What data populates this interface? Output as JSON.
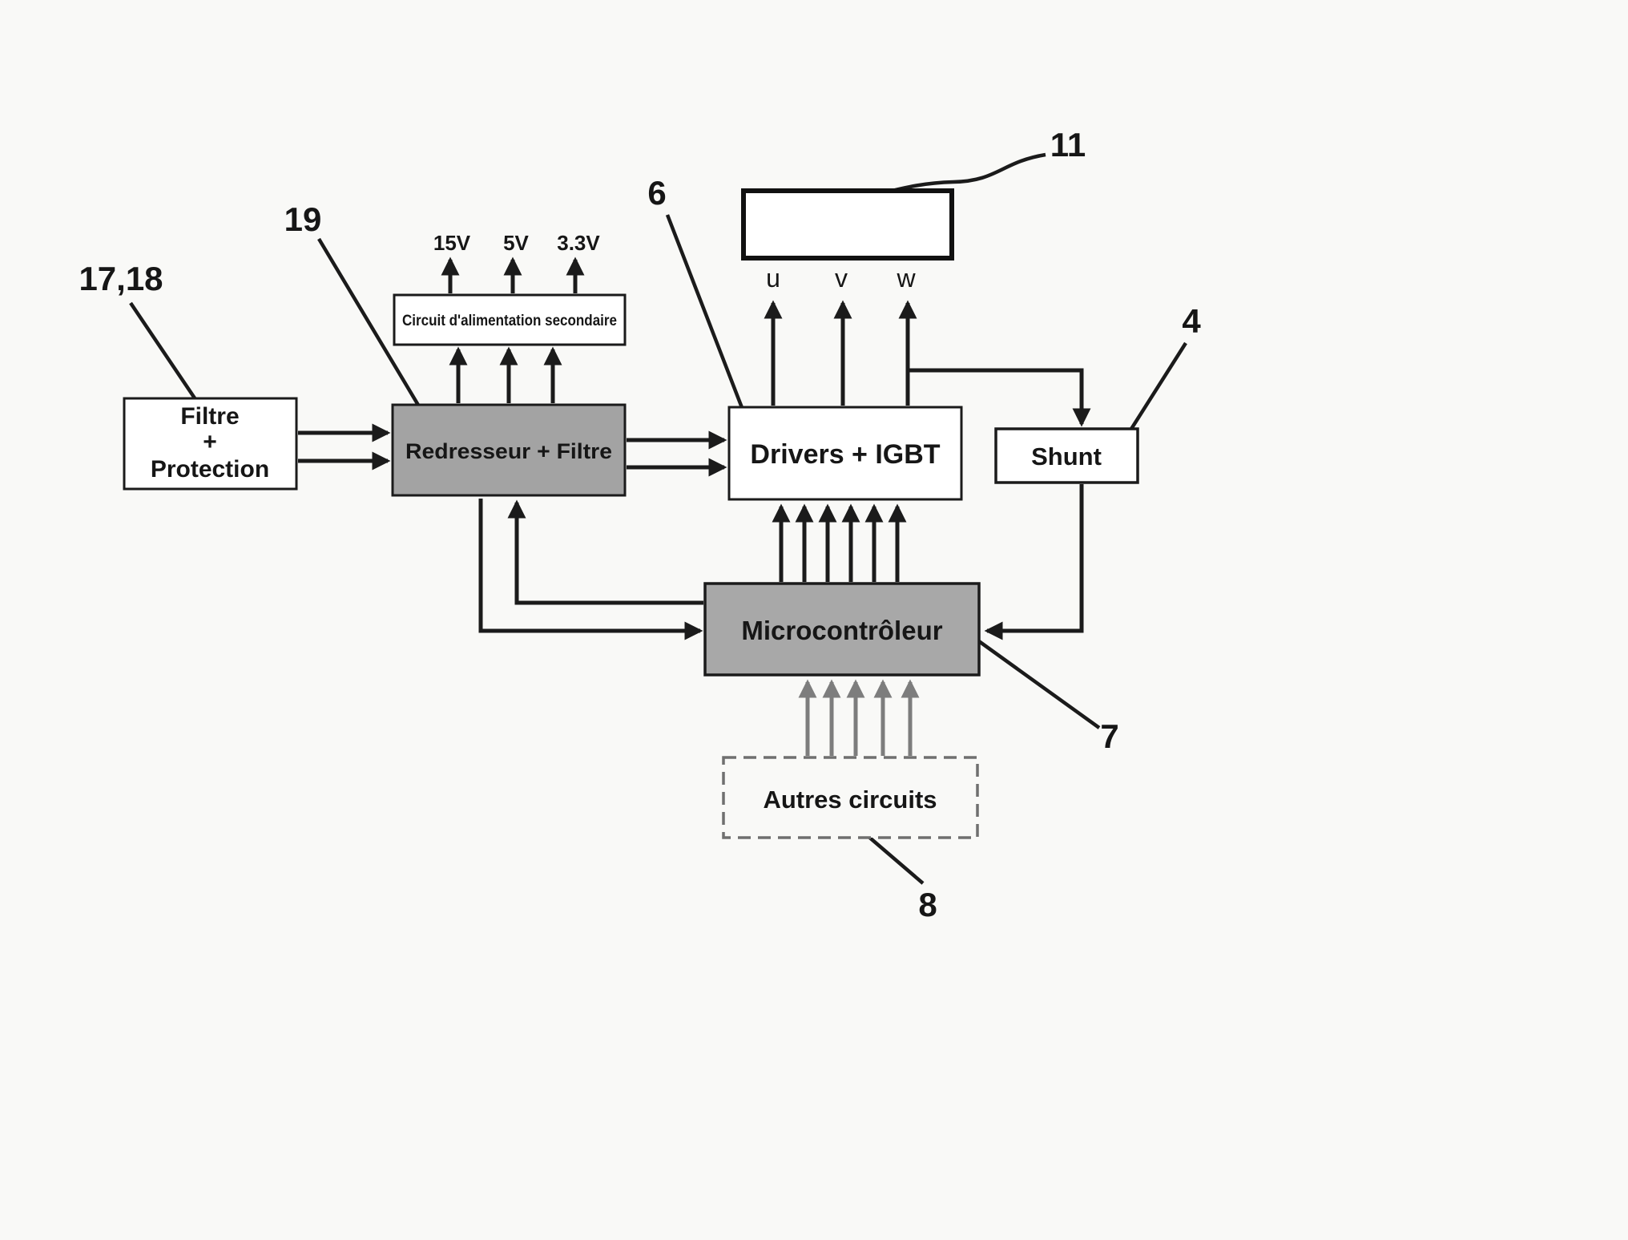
{
  "diagram": {
    "background": "#f9f9f7",
    "colors": {
      "line": "#1b1b1b",
      "gray_block": "#a3a3a3",
      "gray_block_2": "#a8a8a8",
      "gray_arrow": "#7d7d7d",
      "micro_text": "#d8d8d8"
    },
    "blocks": {
      "filtre": {
        "line1": "Filtre",
        "line2": "+",
        "line3": "Protection"
      },
      "redresseur": {
        "label": "Redresseur + Filtre"
      },
      "circuit_secondaire": {
        "label": "Circuit d'alimentation secondaire"
      },
      "drivers": {
        "label": "Drivers + IGBT"
      },
      "shunt": {
        "label": "Shunt"
      },
      "microcontroleur": {
        "label": "Microcontrôleur"
      },
      "autres_circuits": {
        "label": "Autres circuits"
      }
    },
    "voltages": [
      "15V",
      "5V",
      "3.3V"
    ],
    "phases": [
      "u",
      "v",
      "w"
    ],
    "refs": {
      "filtre": "17,18",
      "redresseur": "19",
      "drivers": "6",
      "motor": "11",
      "shunt": "4",
      "microcontroleur": "7",
      "autres_circuits": "8"
    }
  }
}
